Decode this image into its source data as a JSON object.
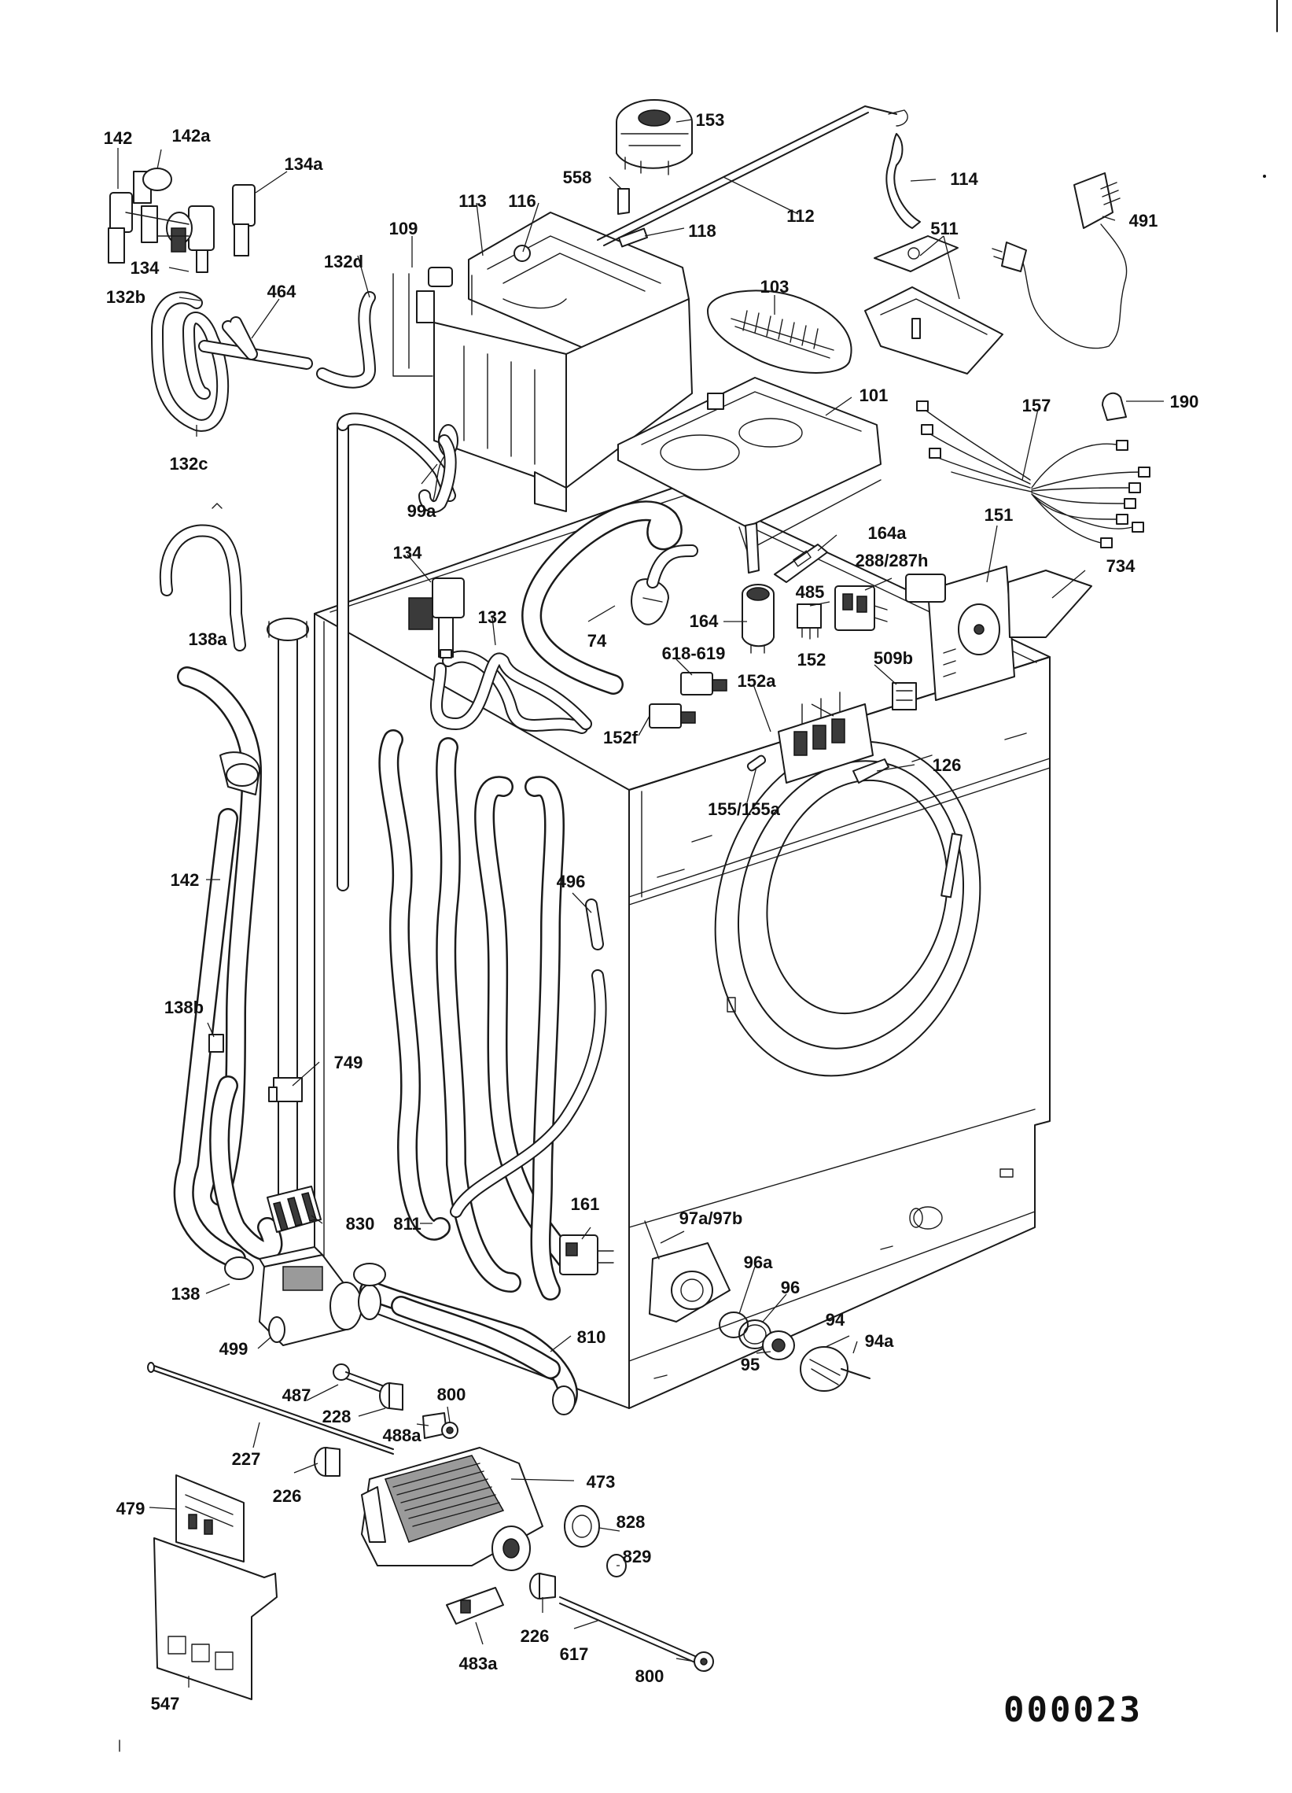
{
  "document_number": "000023",
  "part_labels": [
    "142",
    "142a",
    "134a",
    "134",
    "132b",
    "464",
    "132c",
    "132d",
    "109",
    "113",
    "116",
    "558",
    "153",
    "118",
    "112",
    "114",
    "511",
    "491",
    "103",
    "101",
    "190",
    "157",
    "99a",
    "138a",
    "134",
    "132",
    "74",
    "164a",
    "151",
    "288/287h",
    "485",
    "164",
    "734",
    "618-619",
    "152",
    "509b",
    "152a",
    "152f",
    "126",
    "155/155a",
    "142",
    "496",
    "138b",
    "749",
    "830",
    "811",
    "161",
    "97a/97b",
    "96a",
    "96",
    "138",
    "499",
    "810",
    "94",
    "94a",
    "95",
    "487",
    "800",
    "228",
    "488a",
    "227",
    "473",
    "226",
    "479",
    "828",
    "829",
    "226",
    "483a",
    "617",
    "800",
    "547"
  ]
}
